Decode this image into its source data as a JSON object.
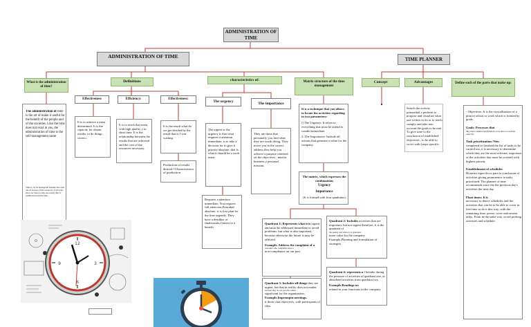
{
  "titles": {
    "main": "ADMINISTRATION OF TIME",
    "left": "ADMINISTRATION OF TIME",
    "right": "TIME PLANNER"
  },
  "headers": {
    "what_is": "What is the administration of time?",
    "definitions": "Definitions",
    "characteristics": "characteristics of:",
    "matrix": "Matrix structure of the time management",
    "concept": "Concept",
    "advantages": "Advantages",
    "define_each": "Define each of the parts that make up:"
  },
  "subheaders": {
    "effectiveness": "Effectiveness",
    "efficiency": "Efficiency:",
    "effectiveness2": "Effectiveness:",
    "urgency": "The urgency",
    "importance": "The importance"
  },
  "texts": {
    "what_is_title": "The administration of",
    "what_is_body": "time is the art of make it useful for the benefit of the people and of the societies. Like the time does not exist in yes, the administration of time is the self-management same",
    "what_is_small": "Time is, by its managerial suitable that each one of us does of the resources of all order, since not there is only one reality that is withdrawn from the time.",
    "effectiveness_body": "It is to achieve a meta determined. It is the capacity for obtain results, to do things correct.",
    "efficiency_body": "It is to reach that meta, with high quality y in short time. It is the relationship between the results that are achieved and the cost of the resources necessary.",
    "effectiveness2_body": "It is the result what do we get divided by the result that is I was waiting.",
    "production_body": "Production of results desired • Characteristics of production.",
    "urgency_body": "The urgent or the urgency is that what requires a attention immediate, is to take a decision for to give it priority absolute, that is what it should be a work team.",
    "urgency_req": "Requires a attention immediate, You requires full attencion,Prioridad absolute, rt is first plan for the time urgently. They have a deadline of finalización.Genera in a benefit",
    "importance_body": "They are these that personally you find what they are worth doing. They move you in the correct address they help you achieve a purpose centered on the objectives , misión business y personal mission.",
    "matrix_intro": "It is a technique that you allows to locate the activities regarding to two parameters:",
    "matrix_urgency": "[] The Urgency: It refers to everything that must be attend to conditi immediate.",
    "matrix_importance": "2. The Importance: Include all actions that generate a value for the company.",
    "matrix_combo_title": "The matrix, which expresses the combinations",
    "matrix_combo_urg": "Urgency",
    "matrix_combo_imp": "Importance",
    "matrix_combo_note": "(It is formed with four quadrants)",
    "q1_title": "Quadrant 1: Represents what it is",
    "q1_body": "urgent and must be addressed immediate to avoid problems. but what is also important, because otherwise the future is may be affected.",
    "q1_example": "Example. Address the complaint of a",
    "q1_small": "customer who complains about a",
    "q1_tail": "non-compliance on our part.",
    "q2_title": "Quadrant 2: Includes",
    "q2_body": "activities that are important, but not urgent therefore, it is the quadrant of",
    "q2_small": "the quality and where it is generated",
    "q2_tail": "more value for the company. Example.Planning and formulation of strategies",
    "q3_title": "Quadrant 3: Includes all things",
    "q3_body": "they are urgent, but that in reality does not matter",
    "q3_small": "because they do not provide values",
    "q3_tail": "significant for the organization.",
    "q3_example": "Example.Impromptu meetings.",
    "q3_end": "it those chat objectives, with participants of files.",
    "q4_title": "Quadrant 4: represents a",
    "q4_body": "l breathe during the pressure of activities of quadrant one, or absorbent activities from quadrant two.",
    "q4_example": "Example.Readings no",
    "q4_tail": "related to your functions in the company.",
    "concept_body": "Search the activity primordial a perform to propose and visualize what one wishes to do or to reach comply and take into account the goals to be met. To give time to the conclusion of established objectives , to be able to cover with (steps specific.",
    "define_objectives": "- Objectives: It is the crystallization of a plan of action or work which is formed by goals.",
    "define_goals_title": "Goals: Processes that",
    "define_goals_body": "they must continue and finish for to be able to reach the objective",
    "define_task_title": "Task prioritization: Now",
    "define_task_body": "completed or finished the list of tasks to be carried out, it is necessary to determine which they are the most relevant, important or the activities that must be covered with highest priority",
    "define_sched_title": "Establishment of schedules",
    "define_sched_body": "Horarios especificos para la conclusion of activities giving prominence to tasks prioritized. The planner of time recommends since the the previous day's activities the next day",
    "define_float_title": "Float times: It is",
    "define_float_body": "necessary to detect schedules and the activities that can be to be able to cover in free time to do it this way, with the remaining time, power cover unforeseen tasks. From in the same way, avoid prolong activities and schedule."
  },
  "icons": {
    "clock1": "wall-clock-icon",
    "clock2": "stopwatch-icon"
  },
  "colors": {
    "accent_line": "#c0392b",
    "header_green": "#c9e2b3",
    "header_gray": "#d9d9d9",
    "clock_bg": "#5aaad8"
  }
}
